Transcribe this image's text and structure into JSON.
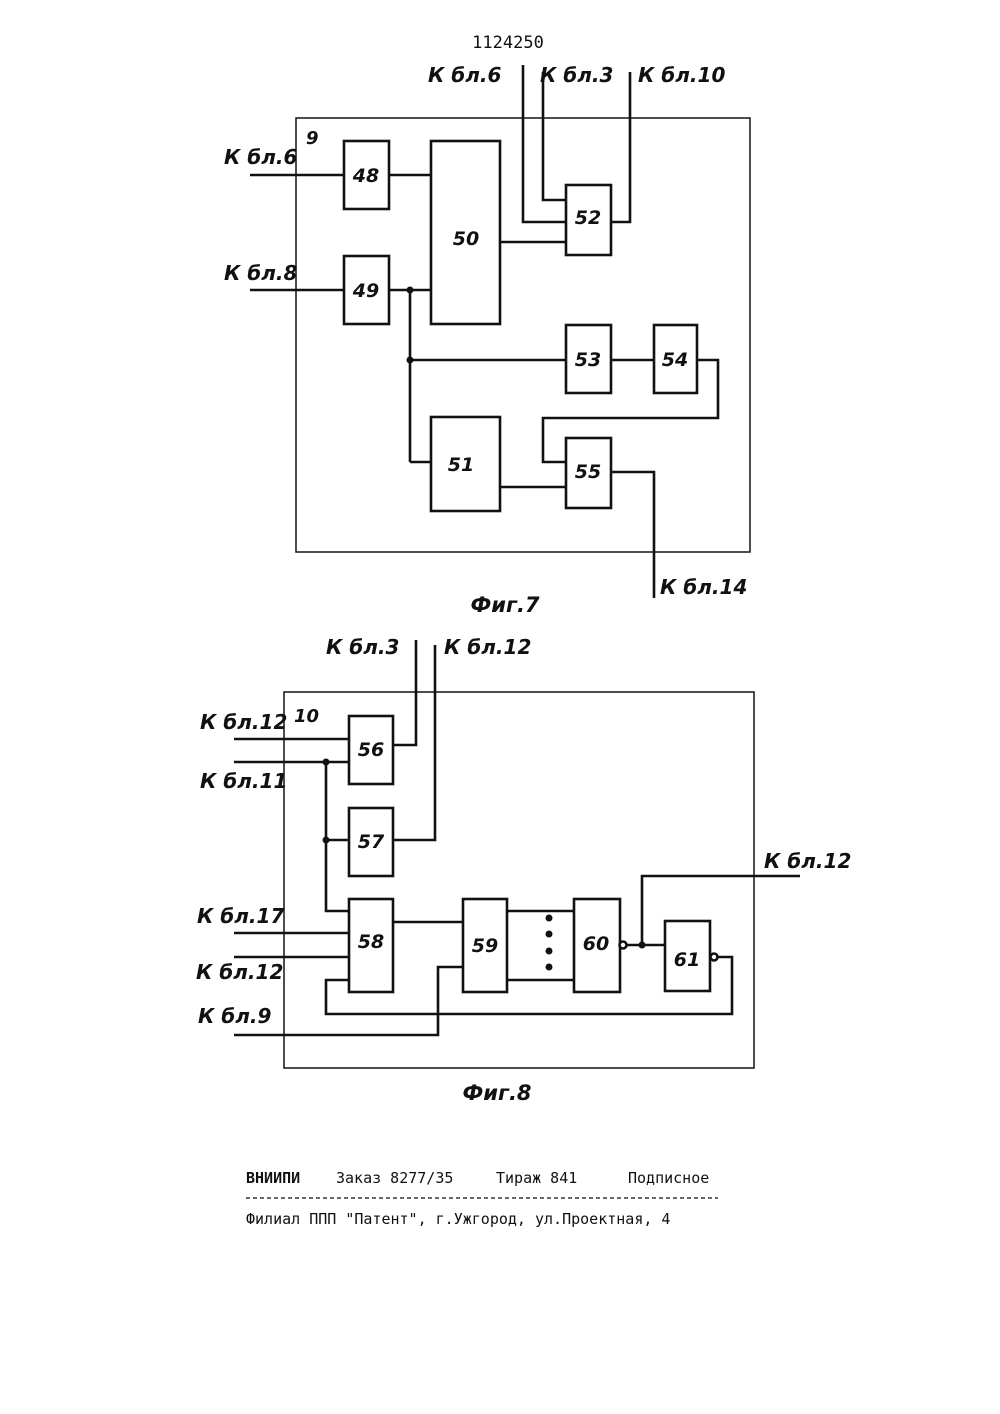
{
  "patent_number": "1124250",
  "fig7": {
    "caption": "Фиг.7",
    "frame_number": "9",
    "blocks": {
      "b48": "48",
      "b49": "49",
      "b50": "50",
      "b51": "51",
      "b52": "52",
      "b53": "53",
      "b54": "54",
      "b55": "55"
    },
    "labels": {
      "top_bl6": "К бл.6",
      "top_bl3": "К бл.3",
      "top_bl10": "К бл.10",
      "left_bl6": "К бл.6",
      "left_bl8": "К бл.8",
      "bottom_bl14": "К бл.14"
    }
  },
  "fig8": {
    "caption": "Фиг.8",
    "frame_number": "10",
    "blocks": {
      "b56": "56",
      "b57": "57",
      "b58": "58",
      "b59": "59",
      "b60": "60",
      "b61": "61"
    },
    "labels": {
      "top_bl3": "К бл.3",
      "top_bl12": "К бл.12",
      "left_bl12_a": "К бл.12",
      "left_bl11": "К бл.11",
      "left_bl17": "К бл.17",
      "left_bl12_b": "К бл.12",
      "left_bl9": "К бл.9",
      "right_bl12": "К бл.12"
    }
  },
  "footer": {
    "org": "ВНИИПИ",
    "order": "Заказ 8277/35",
    "circulation": "Тираж 841",
    "subscription": "Подписное",
    "branch": "Филиал ППП \"Патент\", г.Ужгород, ул.Проектная, 4"
  }
}
